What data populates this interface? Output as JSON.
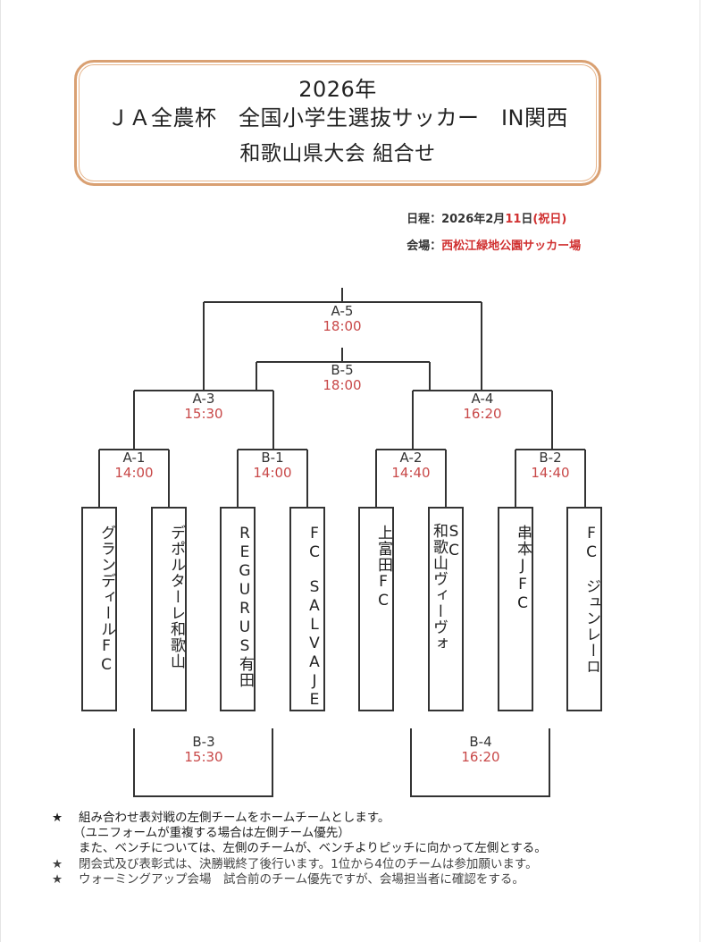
{
  "title": {
    "year": "2026年",
    "main": "ＪＡ全農杯　全国小学生選抜サッカー　IN関西",
    "sub": "和歌山県大会 組合せ"
  },
  "info": {
    "date_label": "日程：",
    "date_prefix": "2026年2月",
    "date_day": "11",
    "date_suffix": "日",
    "date_holiday": "(祝日)",
    "venue_label": "会場：",
    "venue": "西松江緑地公園サッカー場"
  },
  "matches": {
    "a5": {
      "code": "A-5",
      "time": "18:00"
    },
    "b5": {
      "code": "B-5",
      "time": "18:00"
    },
    "a3": {
      "code": "A-3",
      "time": "15:30"
    },
    "a4": {
      "code": "A-4",
      "time": "16:20"
    },
    "a1": {
      "code": "A-1",
      "time": "14:00"
    },
    "b1": {
      "code": "B-1",
      "time": "14:00"
    },
    "a2": {
      "code": "A-2",
      "time": "14:40"
    },
    "b2": {
      "code": "B-2",
      "time": "14:40"
    },
    "b3": {
      "code": "B-3",
      "time": "15:30"
    },
    "b4": {
      "code": "B-4",
      "time": "16:20"
    }
  },
  "teams": [
    {
      "name": "グランディールFC"
    },
    {
      "name": "デポルターレ和歌山"
    },
    {
      "name": "REGURUS有田"
    },
    {
      "name": "FC　SALVAJE"
    },
    {
      "name": "上富田FC"
    },
    {
      "name": "SC",
      "name2": "和歌山ヴィーヴォ"
    },
    {
      "name": "串本JFC"
    },
    {
      "name": "FC　ジュンレーロ"
    }
  ],
  "notes": {
    "star": "★",
    "line1": "組み合わせ表対戦の左側チームをホームチームとします。",
    "line2": "（ユニフォームが重複する場合は左側チーム優先）",
    "line3": "また、ベンチについては、左側のチームが、ベンチよりピッチに向かって左側とする。",
    "line4": "閉会式及び表彰式は、決勝戦終了後行います。1位から4位のチームは参加願います。",
    "line5": "ウォーミングアップ会場　試合前のチーム優先ですが、会場担当者に確認をする。"
  },
  "colors": {
    "accent_red": "#d03030",
    "time_red": "#c84848",
    "title_border": "#d9a072"
  }
}
